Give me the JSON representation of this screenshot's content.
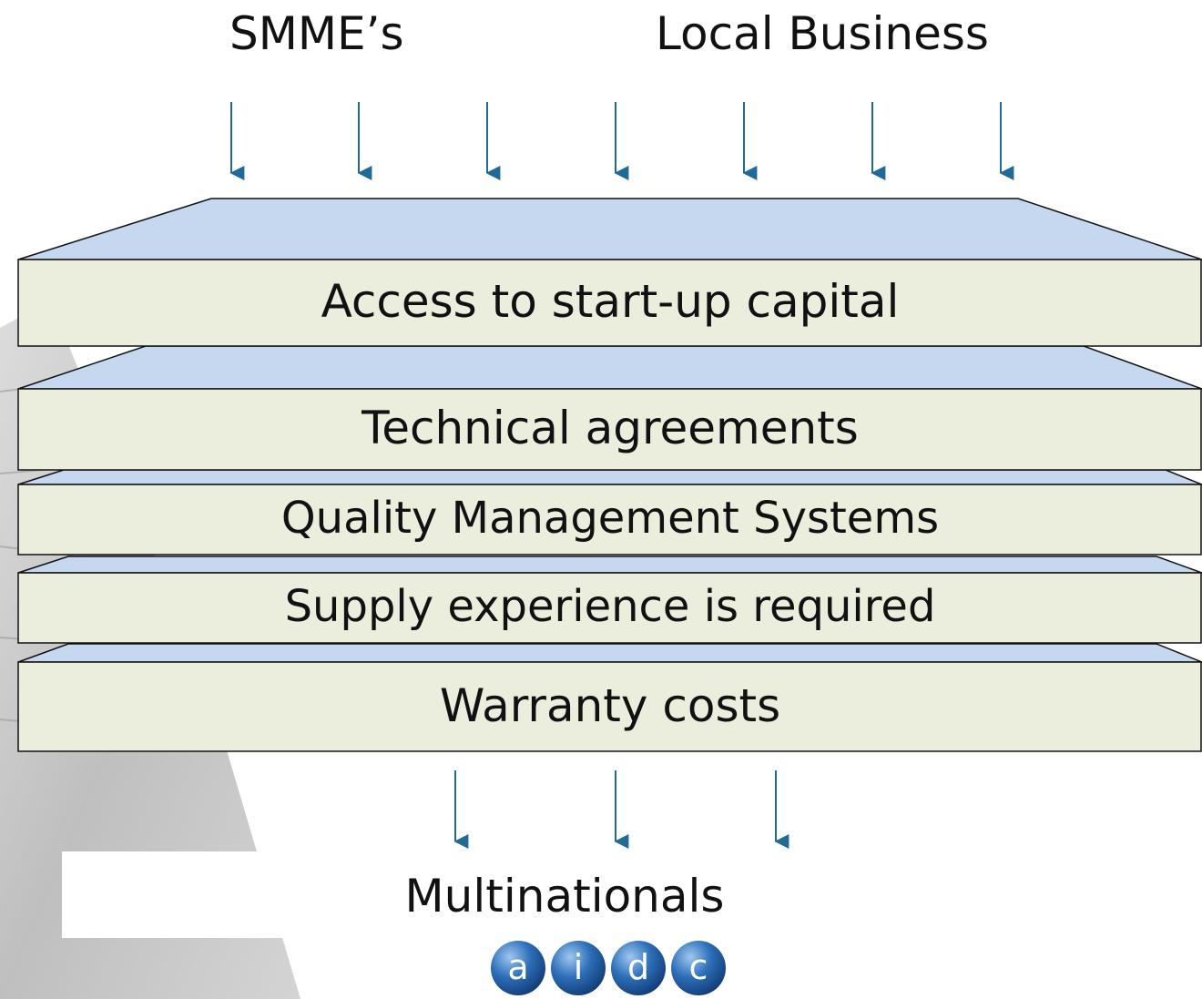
{
  "top_labels": {
    "left": "SMME’s",
    "right": "Local Business"
  },
  "barriers": [
    "Access to start-up capital",
    "Technical agreements",
    "Quality Management Systems",
    "Supply experience is required",
    "Warranty costs"
  ],
  "bottom_label": "Multinationals",
  "logo": {
    "letters": [
      "a",
      "i",
      "d",
      "c"
    ],
    "text": "aidc"
  },
  "colors": {
    "arrow": "#1f6a98",
    "bar_fill": "#ebeedd",
    "trapezoid_fill": "#c5d8ef",
    "outline": "#111111",
    "logo_blue": "#2d6fb8"
  }
}
